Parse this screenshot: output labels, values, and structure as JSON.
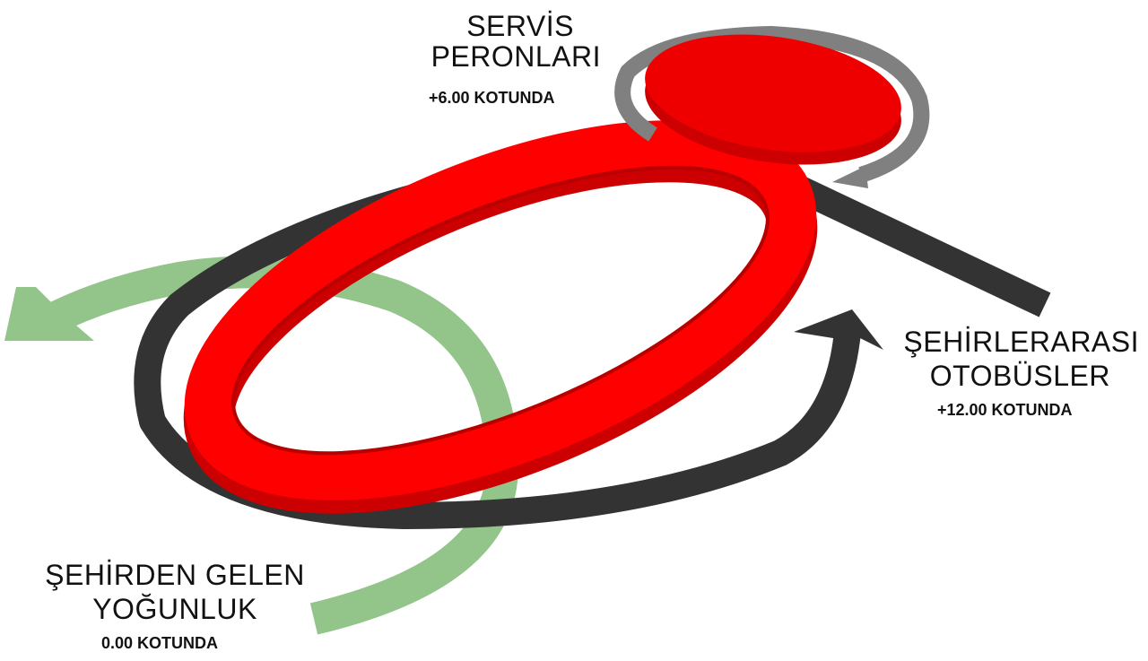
{
  "labels": {
    "servis": {
      "line1": "SERVİS",
      "line2": "PERONLARI",
      "level": "+6.00 KOTUNDA"
    },
    "sehirlerarasi": {
      "line1": "ŞEHİRLERARASI",
      "line2": "OTOBÜSLER",
      "level": "+12.00 KOTUNDA"
    },
    "sehirden": {
      "line1": "ŞEHİRDEN GELEN",
      "line2": "YOĞUNLUK",
      "level": "0.00 KOTUNDA"
    }
  },
  "colors": {
    "ring_red": "#ff0000",
    "ring_side": "#cc0000",
    "dark_path": "#333333",
    "grey_path": "#808080",
    "green_path": "#93c48a",
    "text": "#111111"
  }
}
